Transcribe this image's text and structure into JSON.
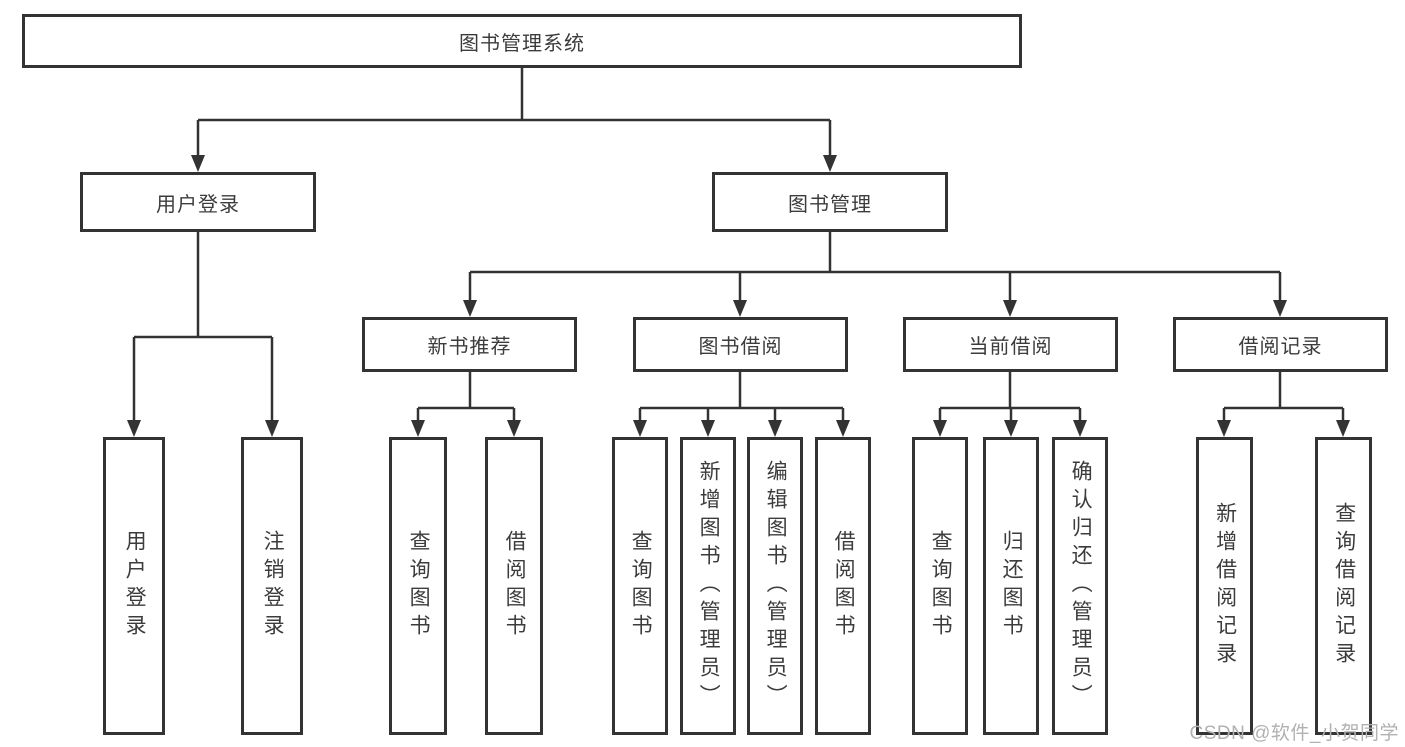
{
  "colors": {
    "line": "#333333",
    "text": "#3c3c3c",
    "background": "#ffffff",
    "watermark": "#b3b0b0"
  },
  "tree": {
    "root": {
      "label": "图书管理系统"
    },
    "branches": [
      {
        "label": "用户登录",
        "leaves": [
          {
            "label": "用户登录"
          },
          {
            "label": "注销登录"
          }
        ]
      },
      {
        "label": "图书管理",
        "groups": [
          {
            "label": "新书推荐",
            "leaves": [
              {
                "label": "查询图书"
              },
              {
                "label": "借阅图书"
              }
            ]
          },
          {
            "label": "图书借阅",
            "leaves": [
              {
                "label": "查询图书"
              },
              {
                "label": "新增图书（管理员）"
              },
              {
                "label": "编辑图书（管理员）"
              },
              {
                "label": "借阅图书"
              }
            ]
          },
          {
            "label": "当前借阅",
            "leaves": [
              {
                "label": "查询图书"
              },
              {
                "label": "归还图书"
              },
              {
                "label": "确认归还（管理员）"
              }
            ]
          },
          {
            "label": "借阅记录",
            "leaves": [
              {
                "label": "新增借阅记录"
              },
              {
                "label": "查询借阅记录"
              }
            ]
          }
        ]
      }
    ]
  },
  "watermark": {
    "text": "CSDN @软件_小贺同学"
  }
}
